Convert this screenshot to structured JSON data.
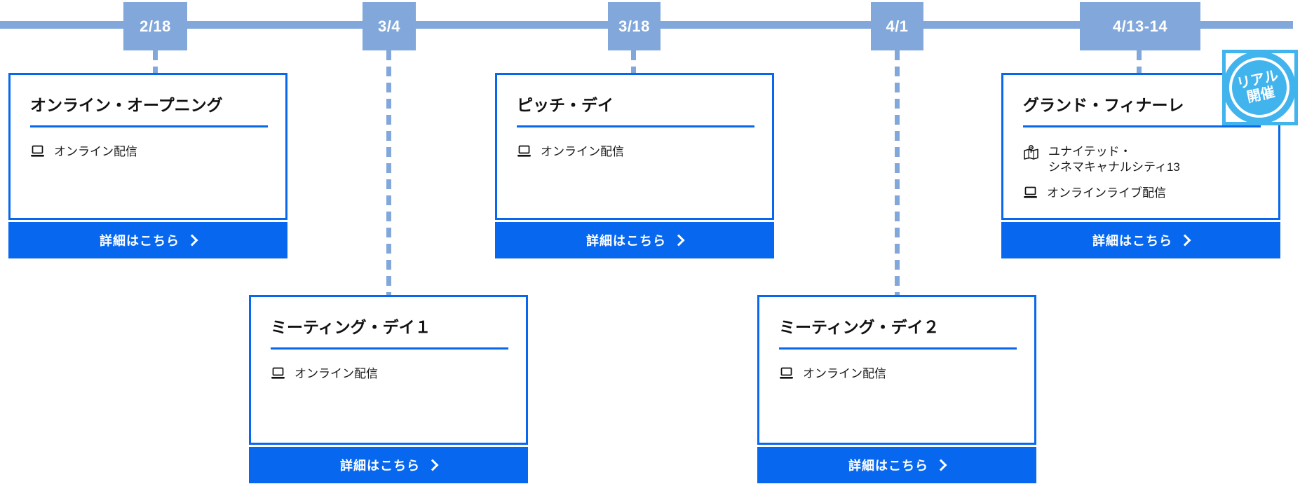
{
  "colors": {
    "timeline_blue": "#81A7DB",
    "accent_blue": "#0768EF",
    "badge_cyan": "#41B4EE"
  },
  "timeline": {
    "markers": [
      {
        "date": "2/18"
      },
      {
        "date": "3/4"
      },
      {
        "date": "3/18"
      },
      {
        "date": "4/1"
      },
      {
        "date": "4/13-14"
      }
    ]
  },
  "events": [
    {
      "title": "オンライン・オープニング",
      "info": [
        {
          "icon": "laptop-icon",
          "text": "オンライン配信"
        }
      ],
      "button": "詳細はこちら"
    },
    {
      "title": "ミーティング・デイ１",
      "info": [
        {
          "icon": "laptop-icon",
          "text": "オンライン配信"
        }
      ],
      "button": "詳細はこちら"
    },
    {
      "title": "ピッチ・デイ",
      "info": [
        {
          "icon": "laptop-icon",
          "text": "オンライン配信"
        }
      ],
      "button": "詳細はこちら"
    },
    {
      "title": "ミーティング・デイ２",
      "info": [
        {
          "icon": "laptop-icon",
          "text": "オンライン配信"
        }
      ],
      "button": "詳細はこちら"
    },
    {
      "title": "グランド・フィナーレ",
      "info": [
        {
          "icon": "map-pin-icon",
          "text": "ユナイテッド・",
          "text2": "シネマキャナルシティ13"
        },
        {
          "icon": "laptop-icon",
          "text": "オンラインライブ配信"
        }
      ],
      "button": "詳細はこちら",
      "badge": {
        "line1": "リアル",
        "line2": "開催"
      }
    }
  ]
}
